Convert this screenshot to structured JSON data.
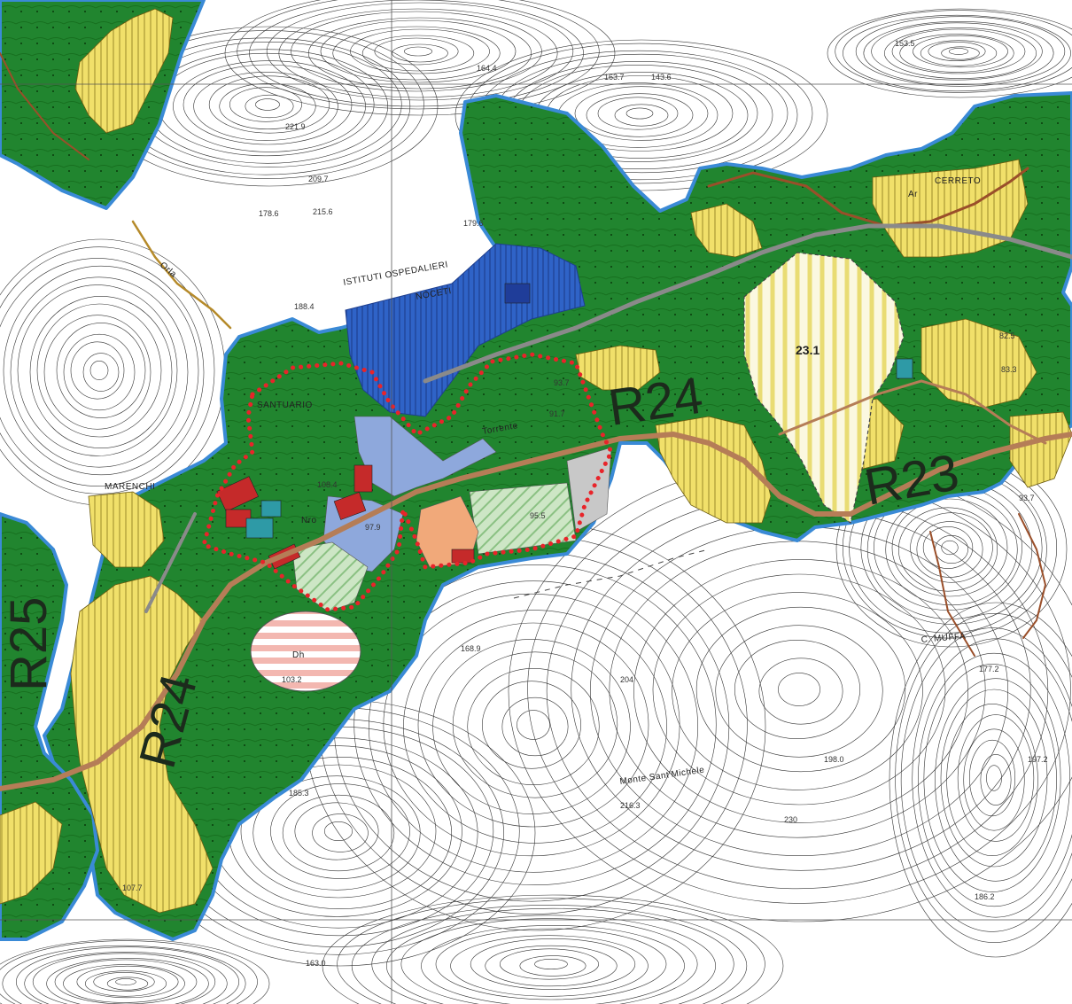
{
  "map": {
    "colors": {
      "forest": "#21852f",
      "forest_dark": "#17701f",
      "boundary": "#3a8ad6",
      "agri_yellow": "#f1e06a",
      "agri_stripe": "#9a8a2a",
      "hospital_blue": "#2f63c7",
      "urban_blue": "#8ea8dc",
      "residential_red": "#c52a2a",
      "teal": "#2e9aa6",
      "orange": "#f1a97a",
      "stripe_green": "#a9d4a6",
      "pink_stripe": "#f3b7b0",
      "cream_stripe": "#f5f0b4",
      "road": "#b57d57",
      "perimeter": "#e8242a",
      "contour": "#333333"
    },
    "zone_labels": [
      {
        "id": "r24-center",
        "text": "R24"
      },
      {
        "id": "r24-south",
        "text": "R24"
      },
      {
        "id": "r23",
        "text": "R23"
      },
      {
        "id": "r25",
        "text": "R25"
      },
      {
        "id": "zone-231",
        "text": "23.1"
      }
    ],
    "place_labels": [
      {
        "id": "istituti",
        "text": "ISTITUTI OSPEDALIERI"
      },
      {
        "id": "nocetti",
        "text": "NOCETI"
      },
      {
        "id": "santuario",
        "text": "SANTUARIO"
      },
      {
        "id": "torrente",
        "text": "Torrente"
      },
      {
        "id": "marenchi",
        "text": "MARENCHI"
      },
      {
        "id": "cerreto",
        "text": "CERRETO"
      },
      {
        "id": "monte",
        "text": "Monte Sant'Michele"
      },
      {
        "id": "muffa",
        "text": "C. MUFFA"
      },
      {
        "id": "orla",
        "text": "Orla"
      },
      {
        "id": "dh",
        "text": "Dh"
      },
      {
        "id": "ar",
        "text": "Ar"
      },
      {
        "id": "nro",
        "text": "Nro"
      }
    ],
    "spot_heights": [
      {
        "id": "h1",
        "text": "164.4"
      },
      {
        "id": "h2",
        "text": "163.7"
      },
      {
        "id": "h3",
        "text": "143.6"
      },
      {
        "id": "h4",
        "text": "153.5"
      },
      {
        "id": "h5",
        "text": "221.9"
      },
      {
        "id": "h6",
        "text": "209.7"
      },
      {
        "id": "h7",
        "text": "215.6"
      },
      {
        "id": "h8",
        "text": "178.6"
      },
      {
        "id": "h9",
        "text": "179.6"
      },
      {
        "id": "h10",
        "text": "188.4"
      },
      {
        "id": "h11",
        "text": "93.7"
      },
      {
        "id": "h12",
        "text": "91.7"
      },
      {
        "id": "h13",
        "text": "108.4"
      },
      {
        "id": "h14",
        "text": "97.9"
      },
      {
        "id": "h15",
        "text": "95.5"
      },
      {
        "id": "h16",
        "text": "103.2"
      },
      {
        "id": "h17",
        "text": "168.9"
      },
      {
        "id": "h18",
        "text": "204"
      },
      {
        "id": "h19",
        "text": "198.0"
      },
      {
        "id": "h20",
        "text": "186.2"
      },
      {
        "id": "h21",
        "text": "197.2"
      },
      {
        "id": "h22",
        "text": "177.2"
      },
      {
        "id": "h23",
        "text": "82.5"
      },
      {
        "id": "h24",
        "text": "83.3"
      },
      {
        "id": "h25",
        "text": "93.7"
      },
      {
        "id": "h26",
        "text": "230"
      },
      {
        "id": "h27",
        "text": "216.3"
      },
      {
        "id": "h28",
        "text": "163.0"
      },
      {
        "id": "h29",
        "text": "185.3"
      },
      {
        "id": "h30",
        "text": "107.7"
      }
    ]
  }
}
